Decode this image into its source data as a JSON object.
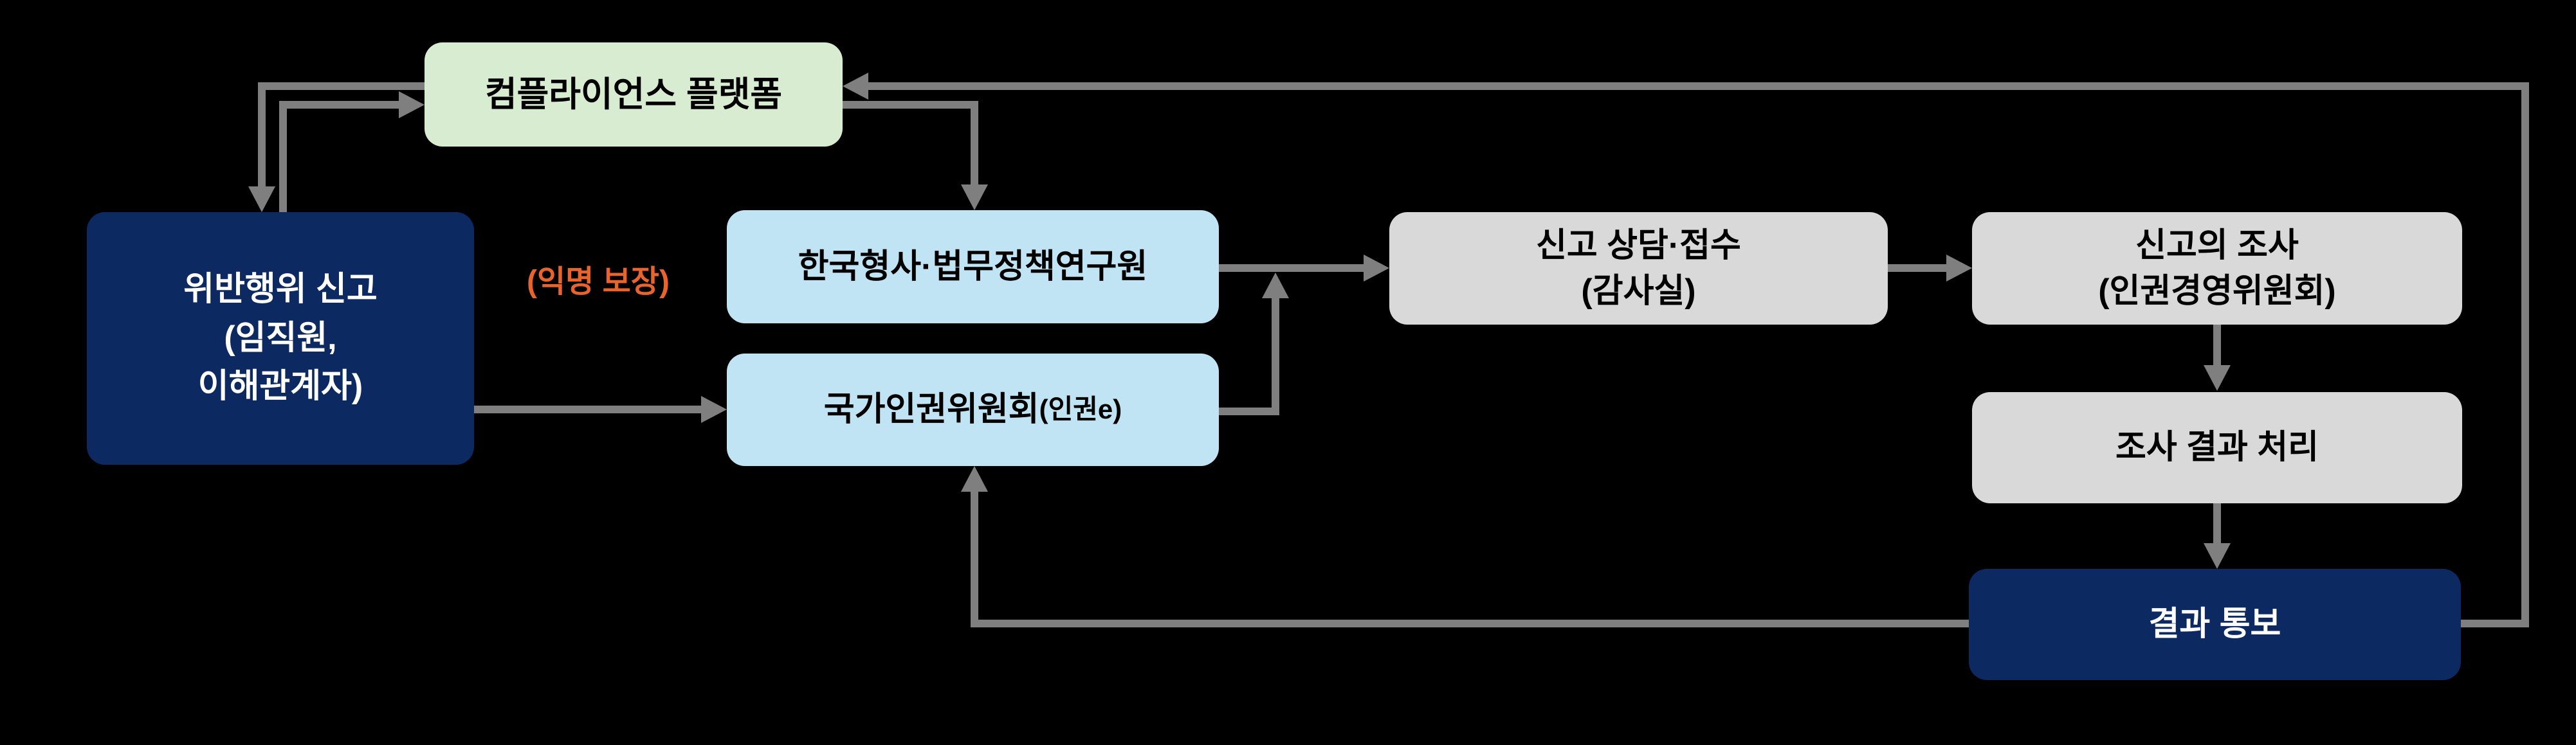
{
  "colors": {
    "background": "#000000",
    "green_box": "#d8ecd2",
    "blue_box": "#c1e4f5",
    "gray_box": "#d9d9d9",
    "navy_box": "#0d2961",
    "connector_gray": "#7f7f7f",
    "annotation_orange": "#e8642c",
    "text_dark": "#000000",
    "text_light": "#ffffff"
  },
  "boxes": {
    "compliance_platform": {
      "label": "컴플라이언스 플랫폼"
    },
    "violation_report": {
      "line1": "위반행위 신고",
      "line2": "(임직원,",
      "line3": "이해관계자)"
    },
    "kicj": {
      "label": "한국형사·법무정책연구원"
    },
    "nhrc": {
      "label": "국가인권위원회",
      "suffix": "(인권e)"
    },
    "report_reception": {
      "line1": "신고 상담·접수",
      "line2": "(감사실)"
    },
    "report_investigation": {
      "line1": "신고의 조사",
      "line2": "(인권경영위원회)"
    },
    "result_processing": {
      "label": "조사 결과 처리"
    },
    "result_notification": {
      "label": "결과 통보"
    }
  },
  "annotations": {
    "anonymity": "(익명 보장)"
  }
}
